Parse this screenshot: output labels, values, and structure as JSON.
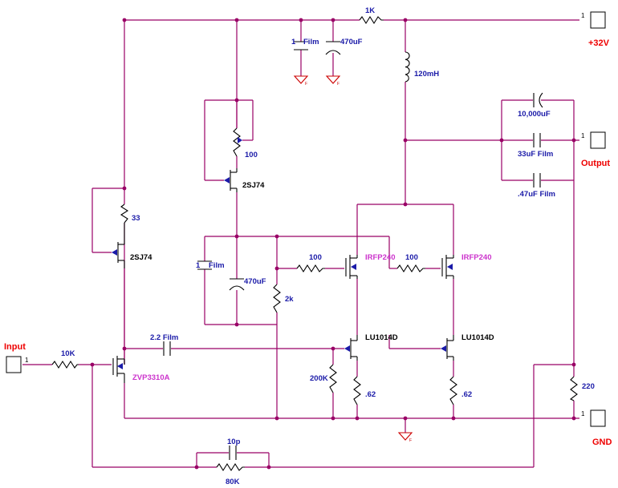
{
  "ports": {
    "input": "Input",
    "vplus": "+32V",
    "output": "Output",
    "gnd": "GND",
    "pin_number": "1"
  },
  "components": {
    "r_1k": "1K",
    "c_1film": "1",
    "c_1film_suffix": "Film",
    "c_470uf_top": "470uF",
    "l_120mh": "120mH",
    "pot_100": "100",
    "q_2sj74_upper": "2SJ74",
    "r_33": "33",
    "q_2sj74_lower": "2SJ74",
    "c_1film_mid": "1",
    "c_1film_mid_suffix": "Film",
    "c_470uf_mid": "470uF",
    "r_2k": "2k",
    "r_100_a": "100",
    "r_100_b": "100",
    "q_irfp240_a": "IRFP240",
    "q_irfp240_b": "IRFP240",
    "c_10000uf": "10,000uF",
    "c_33uf": "33uF  Film",
    "c_047uf": ".47uF  Film",
    "c_22film": "2.2  Film",
    "r_10k": "10K",
    "q_zvp3310a": "ZVP3310A",
    "q_lu1014d_a": "LU1014D",
    "q_lu1014d_b": "LU1014D",
    "r_200k": "200K",
    "r_062_a": ".62",
    "r_062_b": ".62",
    "r_220": "220",
    "c_10p": "10p",
    "r_80k": "80K"
  },
  "colors": {
    "wire": "#990066",
    "component": "#000000",
    "component_label": "#1a1aa8",
    "mosfet_label": "#cc33cc",
    "port_label": "#ee0000",
    "ground_symbol": "#cc0000"
  }
}
